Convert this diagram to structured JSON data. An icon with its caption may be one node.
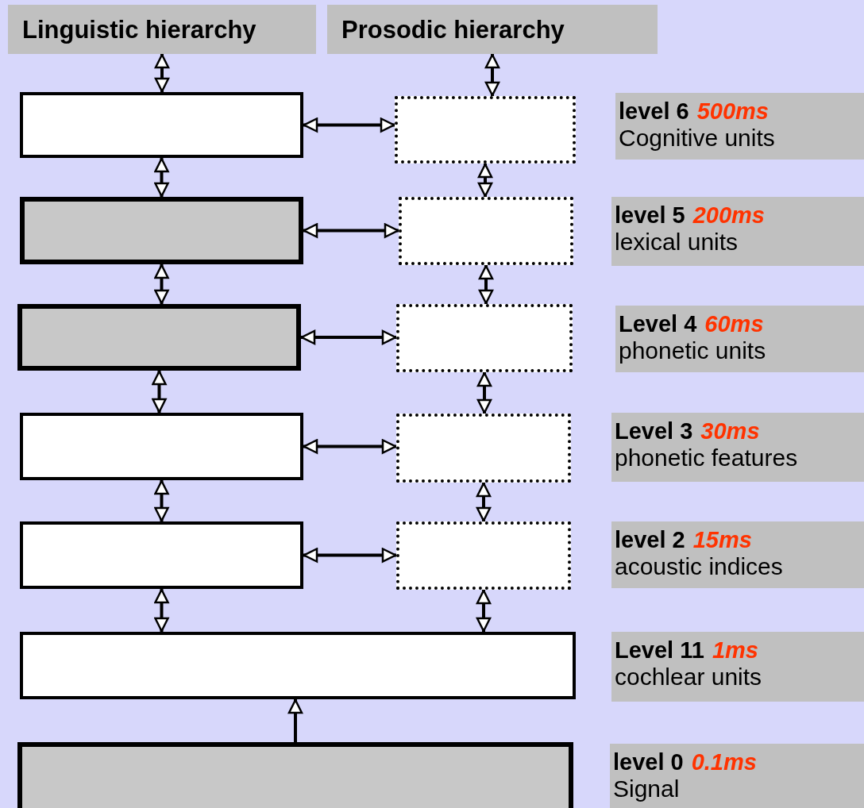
{
  "diagram": {
    "nodes": [
      {
        "text": [
          "Linguistic hierarchy"
        ]
      },
      {
        "text": [
          "Prosodic hierarchy"
        ]
      },
      {
        "text": [],
        "shape": "box"
      },
      {
        "text": [],
        "shape": "box"
      },
      {
        "text": [
          "level 6",
          "500ms",
          "Cognitive units"
        ]
      },
      {
        "text": [],
        "shape": "box"
      },
      {
        "text": [],
        "shape": "box"
      },
      {
        "text": [
          "level 5",
          "200ms",
          "lexical units"
        ]
      },
      {
        "text": [],
        "shape": "box"
      },
      {
        "text": [],
        "shape": "box"
      },
      {
        "text": [
          "Level 4",
          "60ms",
          "phonetic units"
        ]
      },
      {
        "text": [],
        "shape": "box"
      },
      {
        "text": [],
        "shape": "box"
      },
      {
        "text": [
          "Level 3",
          "30ms",
          "phonetic features"
        ]
      },
      {
        "text": [],
        "shape": "box"
      },
      {
        "text": [],
        "shape": "box"
      },
      {
        "text": [
          "level 2",
          "15ms",
          "acoustic indices"
        ]
      },
      {
        "text": [],
        "shape": "box"
      },
      {
        "text": [
          "Level 11",
          "1ms",
          "cochlear units"
        ]
      },
      {
        "text": [],
        "shape": "box"
      },
      {
        "text": [
          "level 0",
          "0.1ms",
          "Signal"
        ]
      }
    ],
    "edges": [
      {
        "from": 0,
        "to": 2,
        "arrow": "both"
      },
      {
        "from": 1,
        "to": 3,
        "arrow": "both"
      },
      {
        "from": 2,
        "to": 3,
        "arrow": "both"
      },
      {
        "from": 2,
        "to": 5,
        "arrow": "both"
      },
      {
        "from": 3,
        "to": 6,
        "arrow": "both"
      },
      {
        "from": 5,
        "to": 6,
        "arrow": "both"
      },
      {
        "from": 5,
        "to": 8,
        "arrow": "both"
      },
      {
        "from": 6,
        "to": 9,
        "arrow": "both"
      },
      {
        "from": 8,
        "to": 9,
        "arrow": "both"
      },
      {
        "from": 8,
        "to": 11,
        "arrow": "both"
      },
      {
        "from": 9,
        "to": 12,
        "arrow": "both"
      },
      {
        "from": 11,
        "to": 12,
        "arrow": "both"
      },
      {
        "from": 11,
        "to": 14,
        "arrow": "both"
      },
      {
        "from": 12,
        "to": 15,
        "arrow": "both"
      },
      {
        "from": 14,
        "to": 15,
        "arrow": "both"
      },
      {
        "from": 14,
        "to": 17,
        "arrow": "both"
      },
      {
        "from": 15,
        "to": 17,
        "arrow": "both"
      },
      {
        "from": 19,
        "to": 17,
        "arrow": "to"
      }
    ]
  }
}
